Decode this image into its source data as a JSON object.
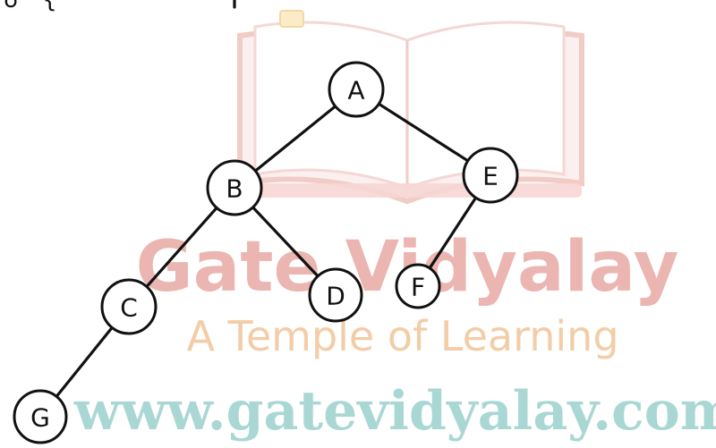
{
  "watermark": {
    "brand_text": "Gate Vidyalay",
    "tagline": "A Temple of Learning",
    "url": "www.gatevidyalay.com",
    "colors": {
      "brand": "#e8a9a4",
      "tagline": "#f1c89e",
      "url": "#a9d7d4",
      "book_outline": "#f2c7c1"
    }
  },
  "top_fragment": {
    "text": "ʊ ᵕ {"
  },
  "tree": {
    "nodes": [
      {
        "id": "A",
        "label": "A"
      },
      {
        "id": "B",
        "label": "B"
      },
      {
        "id": "E",
        "label": "E"
      },
      {
        "id": "C",
        "label": "C"
      },
      {
        "id": "D",
        "label": "D"
      },
      {
        "id": "F",
        "label": "F"
      },
      {
        "id": "G",
        "label": "G"
      }
    ],
    "edges": [
      {
        "from": "A",
        "to": "B"
      },
      {
        "from": "A",
        "to": "E"
      },
      {
        "from": "B",
        "to": "C"
      },
      {
        "from": "B",
        "to": "D"
      },
      {
        "from": "E",
        "to": "F"
      },
      {
        "from": "C",
        "to": "G"
      }
    ],
    "colors": {
      "ink": "#111111"
    }
  }
}
